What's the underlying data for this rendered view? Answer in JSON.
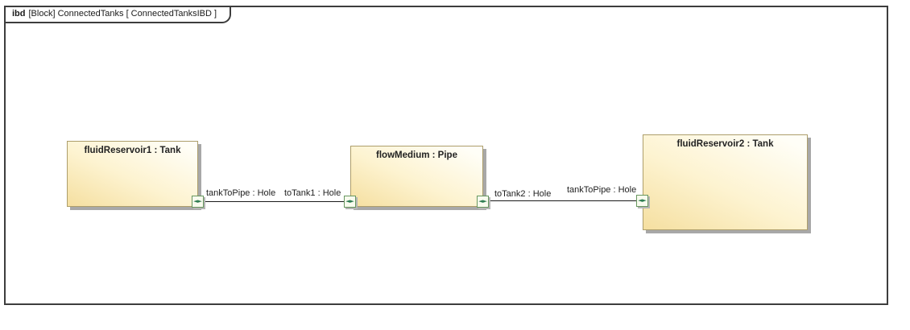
{
  "frame": {
    "kind": "ibd",
    "title": "[Block] ConnectedTanks [ ConnectedTanksIBD ]"
  },
  "blocks": [
    {
      "label": "fluidReservoir1 : Tank"
    },
    {
      "label": "flowMedium : Pipe"
    },
    {
      "label": "fluidReservoir2 : Tank"
    }
  ],
  "ports": {
    "glyph": "◄►",
    "labels": [
      "tankToPipe : Hole",
      "toTank1 : Hole",
      "toTank2 : Hole",
      "tankToPipe : Hole"
    ]
  },
  "connectors": [
    {
      "from": "fluidReservoir1 tankToPipe : Hole",
      "to": "flowMedium toTank1 : Hole"
    },
    {
      "from": "flowMedium toTank2 : Hole",
      "to": "fluidReservoir2 tankToPipe : Hole"
    }
  ],
  "colors": {
    "frame_border": "#3d3d3d",
    "block_border": "#ad9e6b",
    "block_fill_light": "#fffef7",
    "block_fill_dark": "#f5dfa0",
    "port_border": "#67975f",
    "port_fill": "#f8fbee",
    "port_arrow": "#2e7d52",
    "shadow": "#a8a8a8",
    "connector": "#1a1a1a"
  }
}
